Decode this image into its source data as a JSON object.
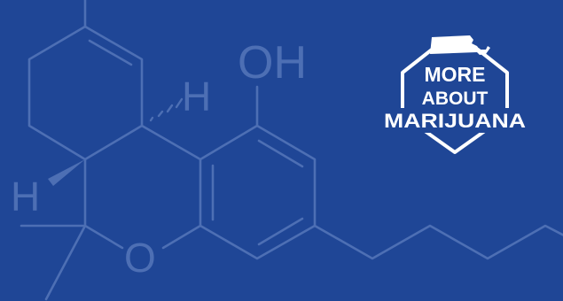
{
  "molecule": {
    "labels": {
      "oh": "OH",
      "h_upper": "H",
      "h_lower": "H",
      "o_ring": "O"
    }
  },
  "badge": {
    "line1": "MORE",
    "line2": "ABOUT",
    "line3": "MARIJUANA",
    "state_icon": "massachusetts-map-icon"
  },
  "colors": {
    "background": "#1f4696",
    "molecule_lines": "#4d6fb4",
    "badge_text": "#ffffff"
  }
}
